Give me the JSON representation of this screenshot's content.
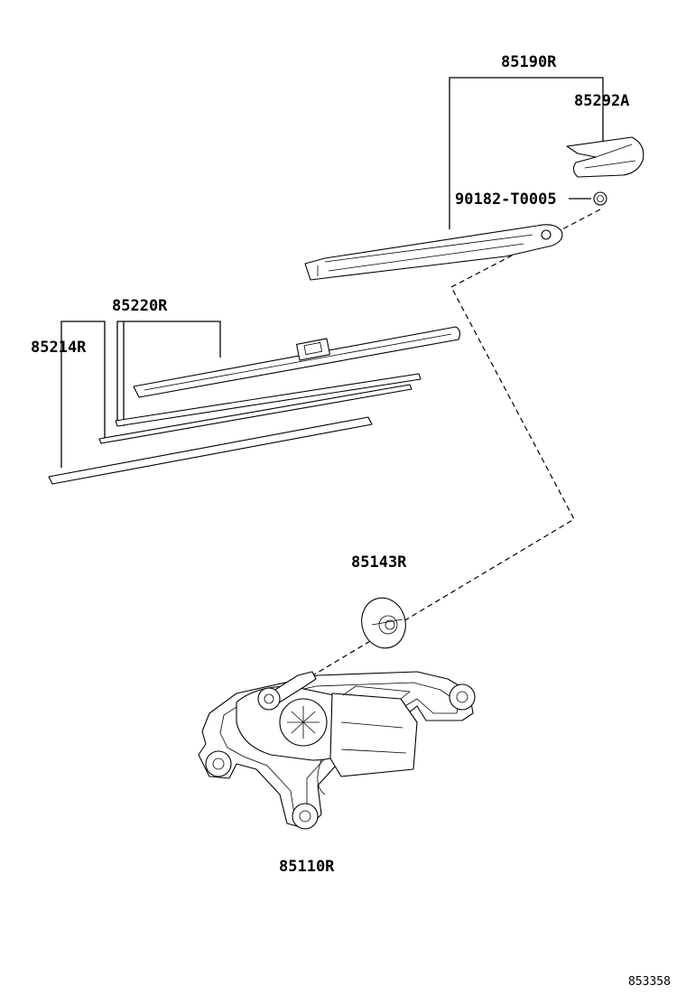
{
  "parts": {
    "arm": "85190R",
    "cover": "85292A",
    "nut": "90182-T0005",
    "blade": "85220R",
    "rubber": "85214R",
    "cap": "85143R",
    "motor": "85110R"
  },
  "diagram_code": "853358"
}
